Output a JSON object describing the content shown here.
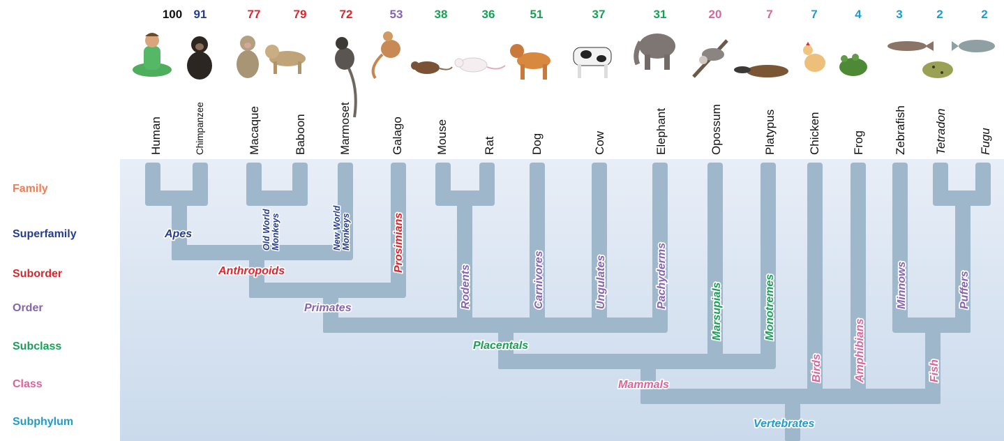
{
  "colors": {
    "family": "#f07c52",
    "superfamily": "#253d91",
    "suborder": "#e0242c",
    "order": "#8764b0",
    "subclass": "#17a157",
    "class": "#d9659c",
    "subphylum": "#1c9ccf",
    "branch": "#9fb7cb",
    "background_top": "#e8eef7",
    "background_bottom": "#cadaec"
  },
  "ranks": [
    {
      "key": "family",
      "label": "Family"
    },
    {
      "key": "superfamily",
      "label": "Superfamily"
    },
    {
      "key": "suborder",
      "label": "Suborder"
    },
    {
      "key": "order",
      "label": "Order"
    },
    {
      "key": "subclass",
      "label": "Subclass"
    },
    {
      "key": "class",
      "label": "Class"
    },
    {
      "key": "subphylum",
      "label": "Subphylum"
    }
  ],
  "species": [
    {
      "name": "Human",
      "value": "100",
      "color": "#111111",
      "icon": "human-icon"
    },
    {
      "name": "Chimpanzee",
      "value": "91",
      "color": "#253d91",
      "icon": "chimpanzee-icon"
    },
    {
      "name": "Macaque",
      "value": "77",
      "color": "#e0242c",
      "icon": "macaque-icon"
    },
    {
      "name": "Baboon",
      "value": "79",
      "color": "#e0242c",
      "icon": "baboon-icon"
    },
    {
      "name": "Marmoset",
      "value": "72",
      "color": "#e0242c",
      "icon": "marmoset-icon"
    },
    {
      "name": "Galago",
      "value": "53",
      "color": "#8764b0",
      "icon": "galago-icon"
    },
    {
      "name": "Mouse",
      "value": "38",
      "color": "#17a157",
      "icon": "mouse-icon"
    },
    {
      "name": "Rat",
      "value": "36",
      "color": "#17a157",
      "icon": "rat-icon"
    },
    {
      "name": "Dog",
      "value": "51",
      "color": "#17a157",
      "icon": "dog-icon"
    },
    {
      "name": "Cow",
      "value": "37",
      "color": "#17a157",
      "icon": "cow-icon"
    },
    {
      "name": "Elephant",
      "value": "31",
      "color": "#17a157",
      "icon": "elephant-icon"
    },
    {
      "name": "Opossum",
      "value": "20",
      "color": "#d9659c",
      "icon": "opossum-icon"
    },
    {
      "name": "Platypus",
      "value": "7",
      "color": "#d9659c",
      "icon": "platypus-icon"
    },
    {
      "name": "Chicken",
      "value": "7",
      "color": "#1c9ccf",
      "icon": "chicken-icon"
    },
    {
      "name": "Frog",
      "value": "4",
      "color": "#1c9ccf",
      "icon": "frog-icon"
    },
    {
      "name": "Zebrafish",
      "value": "3",
      "color": "#1c9ccf",
      "icon": "zebrafish-icon"
    },
    {
      "name": "Tetradon",
      "value": "2",
      "color": "#1c9ccf",
      "icon": "tetradon-icon"
    },
    {
      "name": "Fugu",
      "value": "2",
      "color": "#1c9ccf",
      "icon": "fugu-icon"
    }
  ],
  "clades": [
    {
      "label": "Apes",
      "rank": "superfamily"
    },
    {
      "label": "Old World Monkeys",
      "rank": "superfamily"
    },
    {
      "label": "New World Monkeys",
      "rank": "superfamily"
    },
    {
      "label": "Anthropoids",
      "rank": "suborder"
    },
    {
      "label": "Prosimians",
      "rank": "suborder"
    },
    {
      "label": "Primates",
      "rank": "order"
    },
    {
      "label": "Rodents",
      "rank": "order"
    },
    {
      "label": "Carnivores",
      "rank": "order"
    },
    {
      "label": "Ungulates",
      "rank": "order"
    },
    {
      "label": "Pachyderms",
      "rank": "order"
    },
    {
      "label": "Placentals",
      "rank": "subclass"
    },
    {
      "label": "Marsupials",
      "rank": "subclass"
    },
    {
      "label": "Monotremes",
      "rank": "subclass"
    },
    {
      "label": "Mammals",
      "rank": "class"
    },
    {
      "label": "Birds",
      "rank": "class"
    },
    {
      "label": "Amphibians",
      "rank": "class"
    },
    {
      "label": "Fish",
      "rank": "class"
    },
    {
      "label": "Minnows",
      "rank": "order"
    },
    {
      "label": "Puffers",
      "rank": "order"
    },
    {
      "label": "Vertebrates",
      "rank": "subphylum"
    }
  ]
}
